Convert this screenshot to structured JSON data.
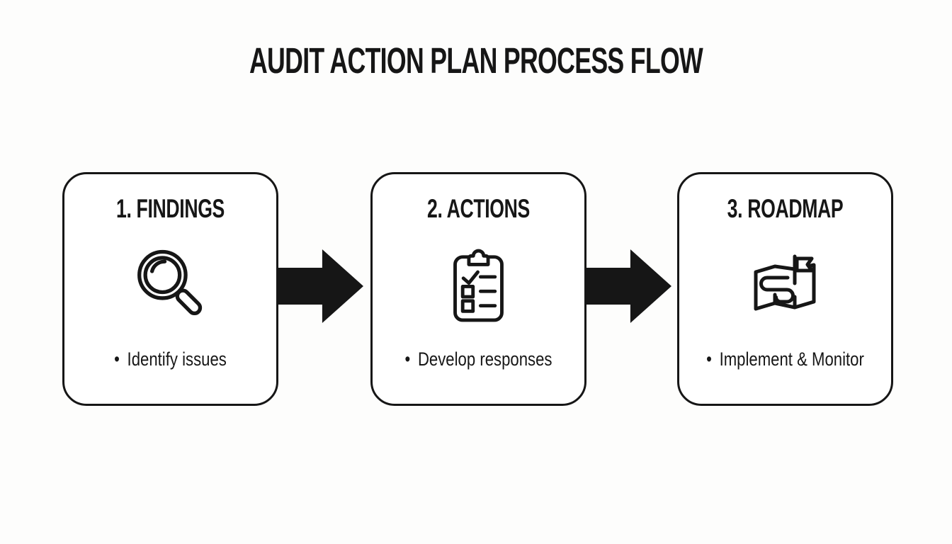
{
  "title": "AUDIT ACTION PLAN PROCESS FLOW",
  "bullet_marker": "•",
  "colors": {
    "ink": "#161616",
    "page_bg": "#fdfdfc",
    "card_bg": "#ffffff"
  },
  "steps": [
    {
      "heading": "1. FINDINGS",
      "icon": "magnifier-icon",
      "bullet": "Identify issues"
    },
    {
      "heading": "2. ACTIONS",
      "icon": "clipboard-checklist-icon",
      "bullet": "Develop responses"
    },
    {
      "heading": "3. ROADMAP",
      "icon": "map-route-flag-icon",
      "bullet": "Implement & Monitor"
    }
  ]
}
